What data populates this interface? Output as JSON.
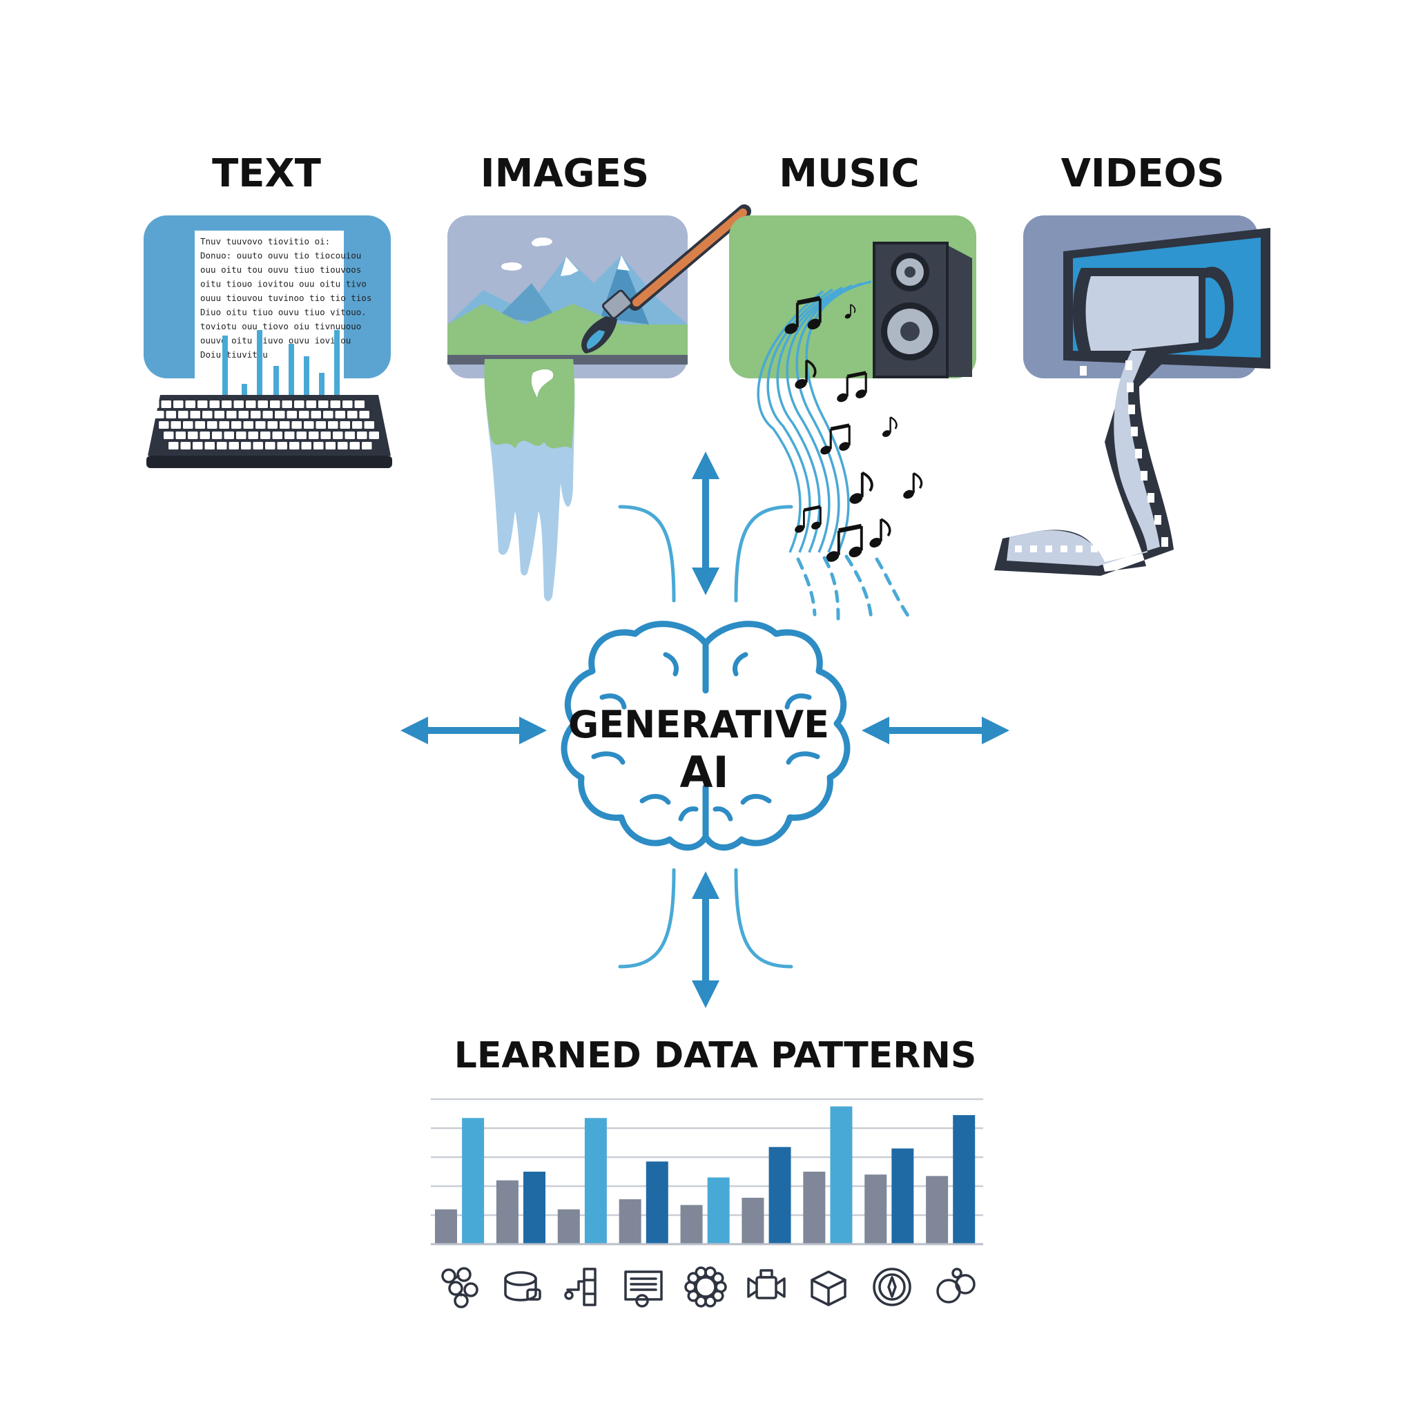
{
  "categories": {
    "text": "TEXT",
    "images": "IMAGES",
    "music": "MUSIC",
    "videos": "VIDEOS"
  },
  "center": {
    "line1": "GENERATIVE",
    "line2": "AI"
  },
  "document_lines": [
    "Tnuv tuuvovo tiovitio oi:",
    "Donuo: ouuto ouvu tio tiocouiou",
    "ouu oitu tou ouvu tiuo tiouvoos",
    "oitu tiouo iovitou ouu oitu tivo",
    "ouuu tiouvou tuvinoo tio tio tios",
    "Diuo oitu tiuo ouvu tiuo vitouo.",
    "toviotu ouu tiovo oiu tivnuuouo",
    "ouuvo oitu tiuvo ouvu iovitou",
    "Doiu tiuvitou"
  ],
  "patterns": {
    "title": "LEARNED DATA PATTERNS",
    "icons": [
      "network-icon",
      "storage-icon",
      "pipeline-icon",
      "document-icon",
      "gear-icon",
      "camera-icon",
      "box-icon",
      "compass-icon",
      "bubbles-icon"
    ]
  },
  "chart_data": {
    "type": "bar",
    "values": [
      0.24,
      0.87,
      0.44,
      0.5,
      0.24,
      0.87,
      0.31,
      0.57,
      0.27,
      0.46,
      0.32,
      0.67,
      0.5,
      0.95,
      0.48,
      0.66,
      0.47,
      0.89
    ],
    "ylim": [
      0,
      1
    ],
    "grid": true
  },
  "colors": {
    "blue": "#2D8CC4",
    "light_blue": "#49A9D6",
    "dark_blue": "#1F6AA5",
    "gray_bar": "#7F8798",
    "green": "#8FC380",
    "slate": "#7F8FB0"
  }
}
